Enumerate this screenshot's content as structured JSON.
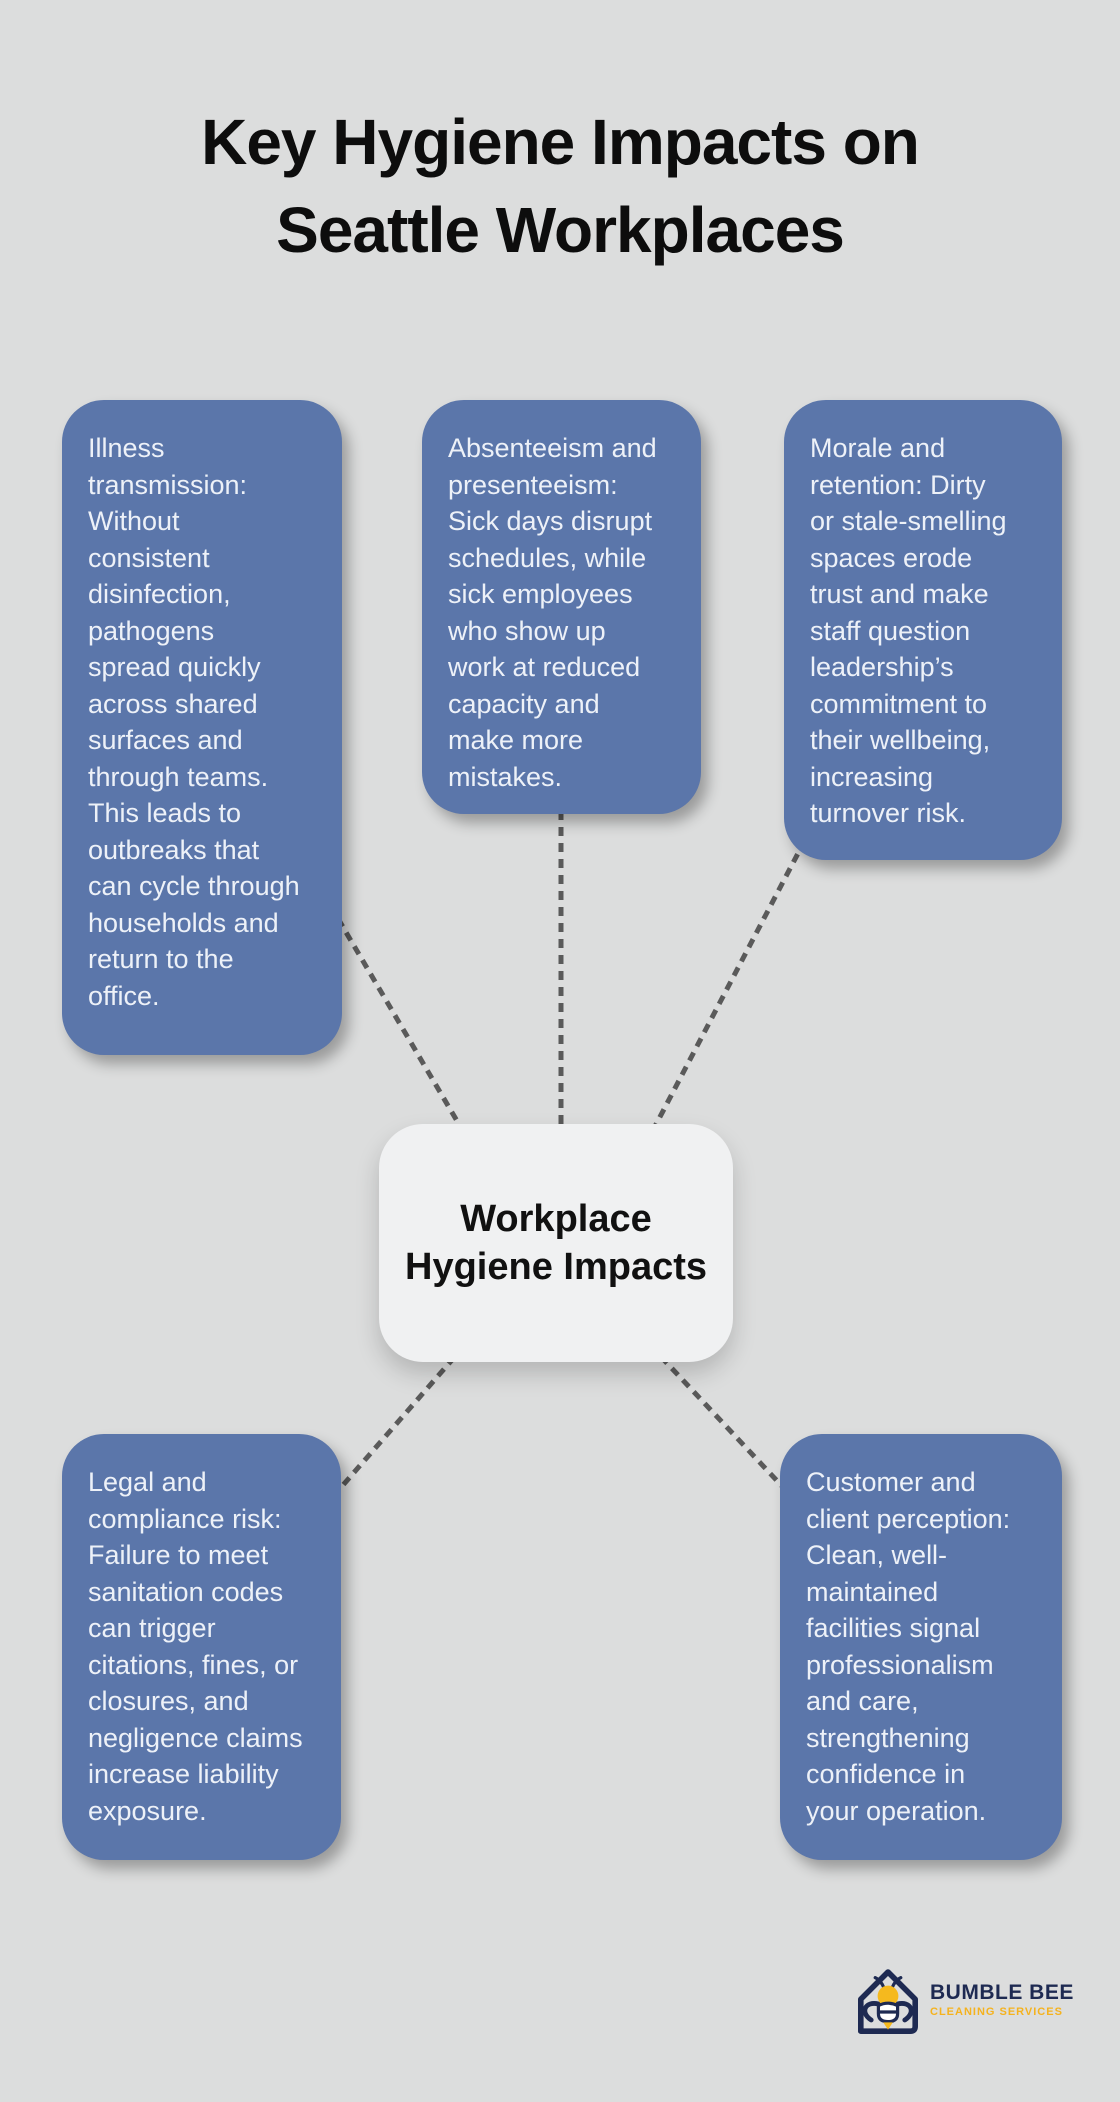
{
  "title": "Key Hygiene Impacts on\nSeattle Workplaces",
  "center": {
    "label": "Workplace\nHygiene Impacts"
  },
  "nodes": [
    {
      "id": "illness-transmission",
      "text": "Illness\ntransmission:\nWithout\nconsistent\ndisinfection,\npathogens\nspread quickly\nacross shared\nsurfaces and\nthrough teams.\nThis leads to\noutbreaks that\ncan cycle through\nhouseholds and\nreturn to the\noffice."
    },
    {
      "id": "absenteeism-presenteeism",
      "text": "Absenteeism and\npresenteeism:\nSick days disrupt\nschedules, while\nsick employees\nwho show up\nwork at reduced\ncapacity and\nmake more\nmistakes."
    },
    {
      "id": "morale-retention",
      "text": "Morale and\nretention: Dirty\nor stale-smelling\nspaces erode\ntrust and make\nstaff question\nleadership’s\ncommitment to\ntheir wellbeing,\nincreasing\nturnover risk."
    },
    {
      "id": "legal-compliance",
      "text": "Legal and\ncompliance risk:\nFailure to meet\nsanitation codes\ncan trigger\ncitations, fines, or\nclosures, and\nnegligence claims\nincrease liability\nexposure."
    },
    {
      "id": "customer-perception",
      "text": "Customer and\nclient perception:\nClean, well-\nmaintained\nfacilities signal\nprofessionalism\nand care,\nstrengthening\nconfidence in\nyour operation."
    }
  ],
  "logo": {
    "name": "BUMBLE BEE",
    "tagline": "CLEANING SERVICES"
  },
  "colors": {
    "background": "#dcdddd",
    "branch_node": "#5b76aa",
    "branch_text": "#edf1f8",
    "center_node": "#f0f1f2",
    "title_text": "#0d0d0d",
    "connector": "#5a5a5a",
    "logo_navy": "#1e2a52",
    "logo_gold": "#f5b21e"
  }
}
